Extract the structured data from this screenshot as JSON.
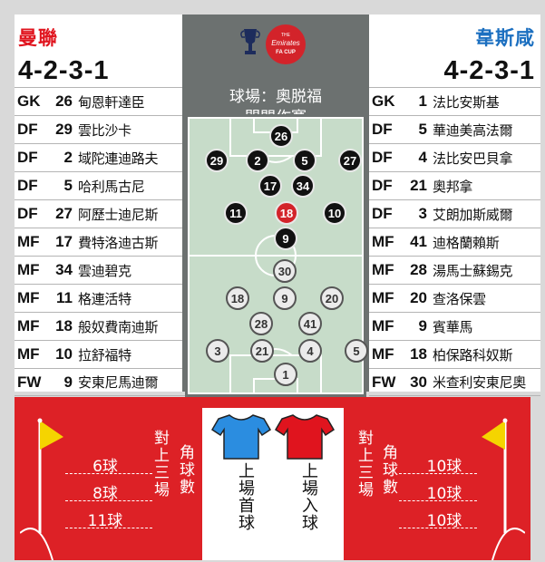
{
  "home": {
    "name": "曼聯",
    "formation": "4-2-3-1",
    "color": "#e0141e",
    "lineup": [
      {
        "pos": "GK",
        "num": "26",
        "name": "甸恩軒達臣"
      },
      {
        "pos": "DF",
        "num": "29",
        "name": "雲比沙卡"
      },
      {
        "pos": "DF",
        "num": "2",
        "name": "域陀連迪路夫"
      },
      {
        "pos": "DF",
        "num": "5",
        "name": "哈利馬古尼"
      },
      {
        "pos": "DF",
        "num": "27",
        "name": "阿歷士迪尼斯"
      },
      {
        "pos": "MF",
        "num": "17",
        "name": "費特洛迪古斯"
      },
      {
        "pos": "MF",
        "num": "34",
        "name": "雲迪碧克"
      },
      {
        "pos": "MF",
        "num": "11",
        "name": "格連活特"
      },
      {
        "pos": "MF",
        "num": "18",
        "name": "般奴費南迪斯"
      },
      {
        "pos": "MF",
        "num": "10",
        "name": "拉舒福特"
      },
      {
        "pos": "FW",
        "num": "9",
        "name": "安東尼馬迪爾"
      }
    ]
  },
  "away": {
    "name": "韋斯咸",
    "formation": "4-2-3-1",
    "color": "#1b6fc0",
    "lineup": [
      {
        "pos": "GK",
        "num": "1",
        "name": "法比安斯基"
      },
      {
        "pos": "DF",
        "num": "5",
        "name": "華迪美高法爾"
      },
      {
        "pos": "DF",
        "num": "4",
        "name": "法比安巴貝拿"
      },
      {
        "pos": "DF",
        "num": "21",
        "name": "奧邦拿"
      },
      {
        "pos": "DF",
        "num": "3",
        "name": "艾朗加斯威爾"
      },
      {
        "pos": "MF",
        "num": "41",
        "name": "迪格蘭賴斯"
      },
      {
        "pos": "MF",
        "num": "28",
        "name": "湯馬士蘇錫克"
      },
      {
        "pos": "MF",
        "num": "20",
        "name": "查洛保雲"
      },
      {
        "pos": "MF",
        "num": "9",
        "name": "賓華馬"
      },
      {
        "pos": "MF",
        "num": "18",
        "name": "柏保路科奴斯"
      },
      {
        "pos": "FW",
        "num": "30",
        "name": "米查利安東尼奧"
      }
    ]
  },
  "logo": {
    "line1": "THE",
    "line2": "Emirates",
    "line3": "FA CUP"
  },
  "venue": {
    "line1": "球場：奧脱福",
    "line2": "閉門作賽"
  },
  "pitch": {
    "top_team_numbers": [
      "26",
      "29",
      "2",
      "5",
      "27",
      "17",
      "34",
      "11",
      "18",
      "10",
      "9"
    ],
    "bottom_team_numbers": [
      "30",
      "18",
      "9",
      "20",
      "28",
      "41",
      "3",
      "21",
      "4",
      "5",
      "1"
    ],
    "highlighted_number": "18"
  },
  "stats": {
    "label_recent": "對上三場",
    "label_corners": "角球數",
    "home_corners": [
      "6球",
      "8球",
      "11球"
    ],
    "away_corners": [
      "10球",
      "10球",
      "10球"
    ],
    "legend_first_goal": "上場首球",
    "legend_sub_goal": "上場入球",
    "shirt_blue": "#2b8de0",
    "shirt_red": "#e0141e",
    "flag_color": "#f5d400"
  }
}
